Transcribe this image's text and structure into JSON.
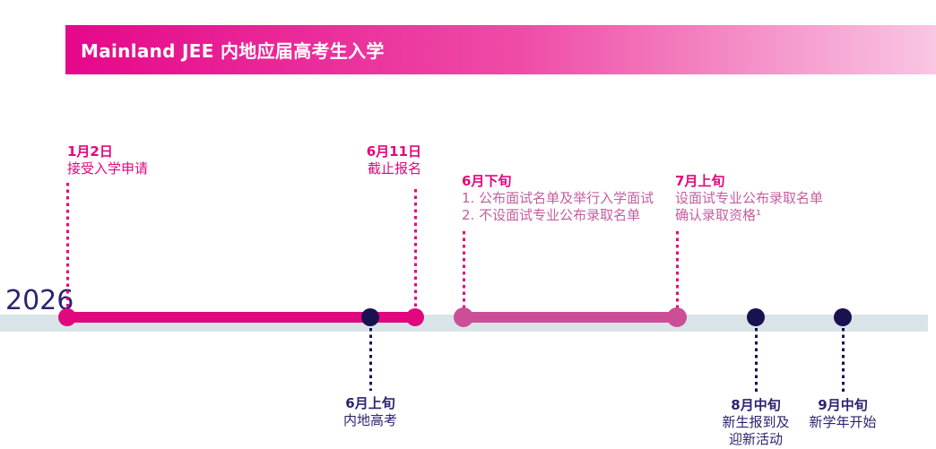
{
  "banner": {
    "title": "Mainland JEE 内地应届高考生入学"
  },
  "timeline": {
    "year": "2026",
    "events": [
      {
        "id": "apply-open",
        "date": "1月2日",
        "lines": [
          "接受入学申请"
        ]
      },
      {
        "id": "apply-deadline",
        "date": "6月11日",
        "lines": [
          "截止报名"
        ]
      },
      {
        "id": "gaokao",
        "date": "6月上旬",
        "lines": [
          "内地高考"
        ]
      },
      {
        "id": "june-late",
        "date": "6月下旬",
        "lines": [
          "1. 公布面试名单及举行入学面试",
          "2. 不设面试专业公布录取名单"
        ]
      },
      {
        "id": "july-early",
        "date": "7月上旬",
        "lines": [
          "设面试专业公布录取名单",
          "确认录取资格¹"
        ]
      },
      {
        "id": "aug-mid",
        "date": "8月中旬",
        "lines": [
          "新生报到及",
          "迎新活动"
        ]
      },
      {
        "id": "sep-mid",
        "date": "9月中旬",
        "lines": [
          "新学年开始"
        ]
      }
    ]
  },
  "colors": {
    "magenta": "#E2077E",
    "period2_pink": "#CC4E96",
    "soft_pink_text": "#C55F9F",
    "navy_dot": "#191150",
    "navy_text": "#2B2472",
    "band_grey": "#D9E4E8",
    "banner_gradient_start": "#E6078A",
    "banner_gradient_end": "#F9C6E3"
  }
}
